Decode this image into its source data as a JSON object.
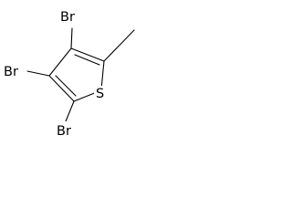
{
  "molecule": {
    "atoms": {
      "br_top": "Br",
      "br_left": "Br",
      "br_bottom": "Br",
      "sulfur": "S"
    }
  }
}
